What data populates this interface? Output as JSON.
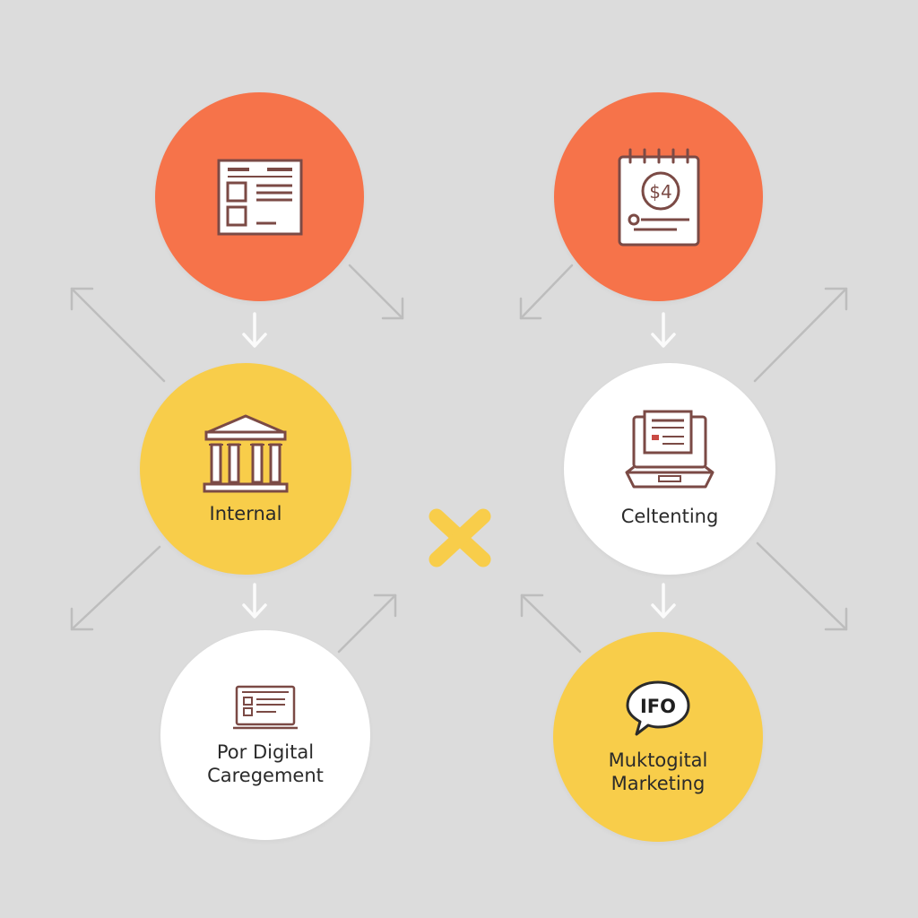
{
  "colors": {
    "background": "#dcdcdc",
    "orange": "#f6734a",
    "yellow": "#f8cd4a",
    "white": "#ffffff",
    "icon_stroke": "#7b4a45",
    "arrow": "#b3b3b3",
    "arrow_light": "#fafafa",
    "cross": "#f8cd4a"
  },
  "nodes": [
    {
      "id": "document-node",
      "fill": "orange",
      "icon": "document-form-icon",
      "label": ""
    },
    {
      "id": "calendar-node",
      "fill": "orange",
      "icon": "calendar-price-icon",
      "icon_text": "$4",
      "label": ""
    },
    {
      "id": "internal-node",
      "fill": "yellow",
      "icon": "bank-building-icon",
      "label": "Internal"
    },
    {
      "id": "celtenting-node",
      "fill": "white",
      "icon": "laptop-icon",
      "label": "Celtenting"
    },
    {
      "id": "por-digital-node",
      "fill": "white",
      "icon": "monitor-icon",
      "label": "Por Digital\nCaregement"
    },
    {
      "id": "muktogital-node",
      "fill": "yellow",
      "icon": "speech-bubble-icon",
      "icon_text": "IFO",
      "label": "Muktogital\nMarketing"
    }
  ],
  "center_mark": {
    "icon": "cross-icon"
  }
}
